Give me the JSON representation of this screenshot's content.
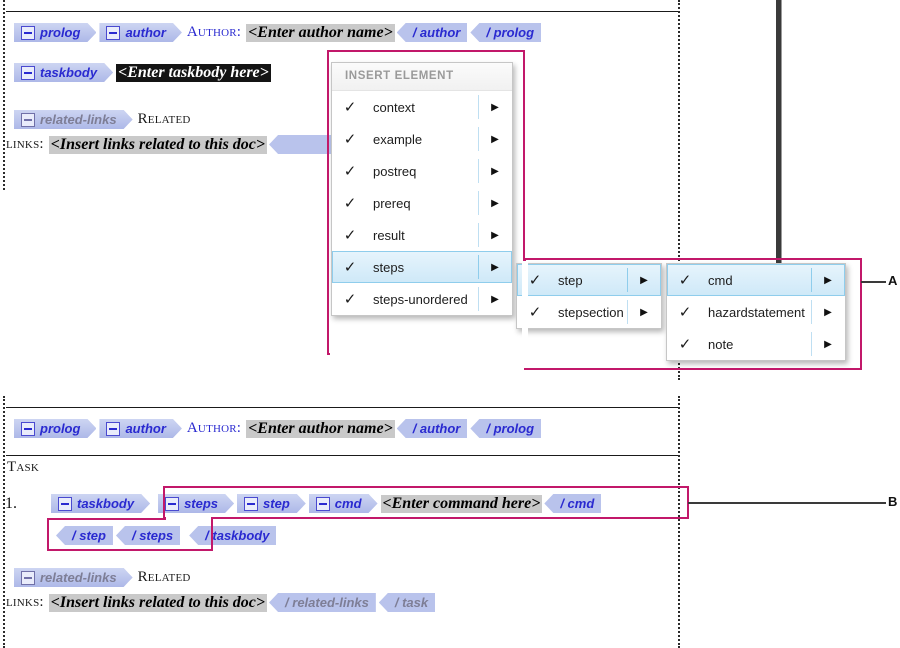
{
  "document": {
    "top_pane": {
      "rows": [
        {
          "tags_before": [
            {
              "name": "prolog",
              "type": "open",
              "collapse": true
            },
            {
              "name": "author",
              "type": "open",
              "collapse": true
            }
          ],
          "label": "Author:",
          "prompt": "<Enter author name>",
          "prompt_selected": false,
          "tags_after": [
            {
              "name": "/ author",
              "type": "close"
            },
            {
              "name": "/ prolog",
              "type": "close"
            }
          ]
        },
        {
          "tags_before": [
            {
              "name": "taskbody",
              "type": "open",
              "collapse": true
            }
          ],
          "label": "",
          "prompt": "<Enter taskbody here>",
          "prompt_selected": true,
          "tags_after": []
        },
        {
          "tags_before": [
            {
              "name": "related-links",
              "type": "open",
              "collapse": true,
              "grey": true
            }
          ],
          "label": "Related",
          "prompt": "",
          "prompt_selected": false,
          "tags_after": []
        },
        {
          "tags_before": [],
          "label": "links:",
          "prompt": "<Insert links related to this doc>",
          "prompt_selected": false,
          "tags_after": []
        }
      ]
    },
    "bottom_pane": {
      "rows": [
        {
          "tags_before": [
            {
              "name": "prolog",
              "type": "open",
              "collapse": true
            },
            {
              "name": "author",
              "type": "open",
              "collapse": true
            }
          ],
          "label": "Author:",
          "prompt": "<Enter author name>",
          "tags_after": [
            {
              "name": "/ author",
              "type": "close"
            },
            {
              "name": "/ prolog",
              "type": "close"
            }
          ]
        }
      ],
      "task_label": "Task",
      "list_number": "1.",
      "inserted_row_1": [
        {
          "name": "taskbody",
          "type": "open",
          "collapse": true
        },
        {
          "name": "steps",
          "type": "open",
          "collapse": true
        },
        {
          "name": "step",
          "type": "open",
          "collapse": true
        },
        {
          "name": "cmd",
          "type": "open",
          "collapse": true
        }
      ],
      "command_prompt": "<Enter command here>",
      "cmd_close": {
        "name": "/ cmd",
        "type": "close"
      },
      "inserted_row_2": [
        {
          "name": "/ step",
          "type": "close"
        },
        {
          "name": "/ steps",
          "type": "close"
        },
        {
          "name": "/ taskbody",
          "type": "close"
        }
      ],
      "related_links_tag": {
        "name": "related-links",
        "type": "open",
        "collapse": true,
        "grey": true
      },
      "related_label": "Related",
      "links_label": "links:",
      "links_prompt": "<Insert links related to this doc>",
      "links_close": [
        {
          "name": "/ related-links",
          "type": "close",
          "grey": true
        },
        {
          "name": "/ task",
          "type": "close",
          "grey": true
        }
      ]
    }
  },
  "menu": {
    "header": "INSERT ELEMENT",
    "items": [
      {
        "label": "context",
        "checked": true,
        "submenu": true,
        "highlighted": false
      },
      {
        "label": "example",
        "checked": true,
        "submenu": true,
        "highlighted": false
      },
      {
        "label": "postreq",
        "checked": true,
        "submenu": true,
        "highlighted": false
      },
      {
        "label": "prereq",
        "checked": true,
        "submenu": true,
        "highlighted": false
      },
      {
        "label": "result",
        "checked": true,
        "submenu": true,
        "highlighted": false
      },
      {
        "label": "steps",
        "checked": true,
        "submenu": true,
        "highlighted": true
      },
      {
        "label": "steps-unordered",
        "checked": true,
        "submenu": true,
        "highlighted": false
      }
    ],
    "submenu_1": [
      {
        "label": "step",
        "checked": true,
        "submenu": true,
        "highlighted": true
      },
      {
        "label": "stepsection",
        "checked": true,
        "submenu": true,
        "highlighted": false
      }
    ],
    "submenu_2": [
      {
        "label": "cmd",
        "checked": true,
        "submenu": true,
        "highlighted": true
      },
      {
        "label": "hazardstatement",
        "checked": true,
        "submenu": true,
        "highlighted": false
      },
      {
        "label": "note",
        "checked": true,
        "submenu": true,
        "highlighted": false
      }
    ],
    "check_glyph": "✓",
    "arrow_glyph": "▶"
  },
  "annotations": {
    "a_label": "A",
    "b_label": "B"
  },
  "colors": {
    "accent_magenta": "#c2186a",
    "tag_fill": "#b9c3ec",
    "tag_text": "#2a2ad0",
    "highlight_blue": "#cfe9f8",
    "prompt_bg": "#c9c9c9"
  }
}
